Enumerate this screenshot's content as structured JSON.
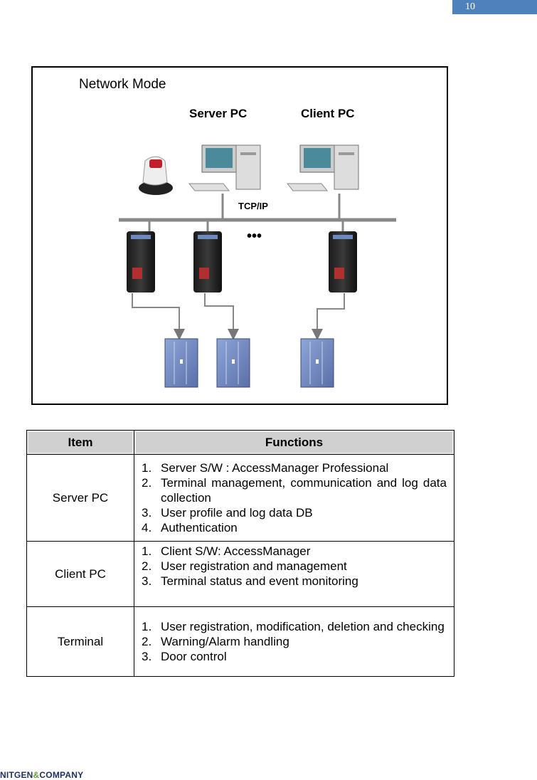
{
  "page": {
    "number": "10"
  },
  "diagram": {
    "title": "Network Mode",
    "server_label": "Server PC",
    "client_label": "Client PC",
    "network_label": "TCP/IP",
    "ellipsis": "•••"
  },
  "table": {
    "headers": {
      "item": "Item",
      "functions": "Functions"
    },
    "rows": [
      {
        "item": "Server PC",
        "functions": [
          "Server S/W : AccessManager Professional",
          "Terminal management, communication and log data collection",
          "User profile and log data DB",
          "Authentication"
        ]
      },
      {
        "item": "Client PC",
        "functions": [
          "Client S/W: AccessManager",
          "User registration and management",
          "Terminal status and event monitoring"
        ]
      },
      {
        "item": "Terminal",
        "functions": [
          "User registration, modification, deletion and checking",
          "Warning/Alarm handling",
          "Door control"
        ]
      }
    ]
  },
  "footer": {
    "logo_left": "NITGEN",
    "logo_amp": "&",
    "logo_right": "COMPANY"
  }
}
